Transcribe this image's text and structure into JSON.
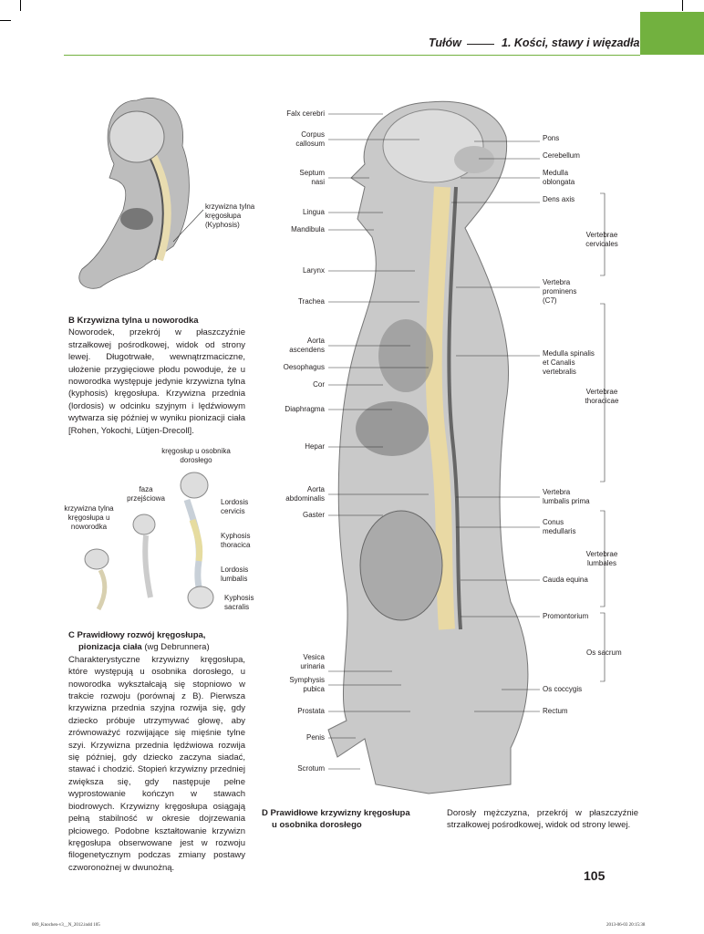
{
  "header": {
    "section": "Tułów",
    "chapter": "1. Kości, stawy i więzadła"
  },
  "figB": {
    "label": "krzywizna tylna\nkręgosłupa\n(Kyphosis)",
    "title": "B  Krzywizna tylna u noworodka",
    "text": "Noworodek, przekrój w płaszczyźnie strzałkowej pośrodkowej, widok od strony lewej. Długotrwałe, wewnątrzmaciczne, ułożenie przygięciowe płodu powoduje, że u noworodka występuje jedynie krzywizna tylna (kyphosis) kręgosłupa. Krzywizna przednia (lordosis) w odcinku szyjnym i lędźwiowym wytwarza się później w wyniku pionizacji ciała [Rohen, Yokochi, Lütjen-Drecoll]."
  },
  "figC": {
    "labels": [
      "kręgosłup u osobnika dorosłego",
      "faza przejściowa",
      "krzywizna tylna kręgosłupa u noworodka",
      "Lordosis cervicis",
      "Kyphosis thoracica",
      "Lordosis lumbalis",
      "Kyphosis sacralis"
    ],
    "title": "C  Prawidłowy rozwój kręgosłupa,",
    "title2": "pionizacja ciała",
    "title_note": " (wg Debrunnera)",
    "text": "Charakterystyczne krzywizny kręgosłupa, które występują u osobnika dorosłego, u noworodka wykształcają się stopniowo w trakcie rozwoju (porównaj z B). Pierwsza krzywizna przednia szyjna rozwija się, gdy dziecko próbuje utrzymywać głowę, aby zrównoważyć rozwijające się mięśnie tylne szyi. Krzywizna przednia lędźwiowa rozwija się później, gdy dziecko zaczyna siadać, stawać i chodzić. Stopień krzywizny przedniej zwiększa się, gdy następuje pełne wyprostowanie kończyn w stawach biodrowych. Krzywizny kręgosłupa osiągają pełną stabilność w okresie dojrzewania płciowego. Podobne kształtowanie krzywizn kręgosłupa obserwowane jest w rozwoju filogenetycznym podczas zmiany postawy czworonożnej w dwunożną."
  },
  "figD": {
    "left": [
      "Falx cerebri",
      "Corpus\ncallosum",
      "Septum\nnasi",
      "Lingua",
      "Mandibula",
      "Larynx",
      "Trachea",
      "Aorta\nascendens",
      "Oesophagus",
      "Cor",
      "Diaphragma",
      "Hepar",
      "Aorta\nabdominalis",
      "Gaster",
      "Vesica\nurinaria",
      "Symphysis\npubica",
      "Prostata",
      "Penis",
      "Scrotum"
    ],
    "right": [
      "Pons",
      "Cerebellum",
      "Medulla\noblongata",
      "Dens axis",
      "Vertebrae\ncervicales",
      "Vertebra\nprominens\n(C7)",
      "Medulla spinalis\net Canalis\nvertebralis",
      "Vertebrae\nthoracicae",
      "Vertebra\nlumbalis prima",
      "Conus\nmedullaris",
      "Vertebrae\nlumbales",
      "Cauda equina",
      "Promontorium",
      "Os sacrum",
      "Os coccygis",
      "Rectum"
    ],
    "title": "D  Prawidłowe krzywizny kręgosłupa",
    "title2": "u osobnika dorosłego",
    "text": "Dorosły mężczyzna, przekrój w płaszczyźnie strzałkowej pośrodkowej, widok od strony lewej."
  },
  "page_number": "105",
  "footer": {
    "file": "009_Knochen-v3__N_2012.indd   105",
    "date": "2013-06-03   20:15:38"
  }
}
